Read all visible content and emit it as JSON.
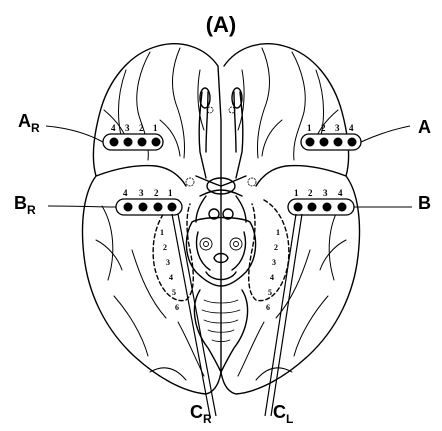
{
  "panel_label": "(A)",
  "labels": {
    "A_right": {
      "main": "A",
      "sub": "R"
    },
    "A_left": {
      "main": "A"
    },
    "B_right": {
      "main": "B",
      "sub": "R"
    },
    "B_left": {
      "main": "B"
    },
    "C_right": {
      "main": "C",
      "sub": "R"
    },
    "C_left": {
      "main": "C",
      "sub": "L"
    }
  },
  "electrodes": {
    "A_right": [
      "4",
      "3",
      "2",
      "1"
    ],
    "A_left": [
      "1",
      "2",
      "3",
      "4"
    ],
    "B_right": [
      "4",
      "3",
      "2",
      "1"
    ],
    "B_left": [
      "1",
      "2",
      "3",
      "4"
    ],
    "C_right": [
      "1",
      "2",
      "3",
      "4",
      "5",
      "6"
    ],
    "C_left": [
      "1",
      "2",
      "3",
      "4",
      "5",
      "6"
    ]
  },
  "colors": {
    "ink": "#000000",
    "background": "#ffffff"
  }
}
